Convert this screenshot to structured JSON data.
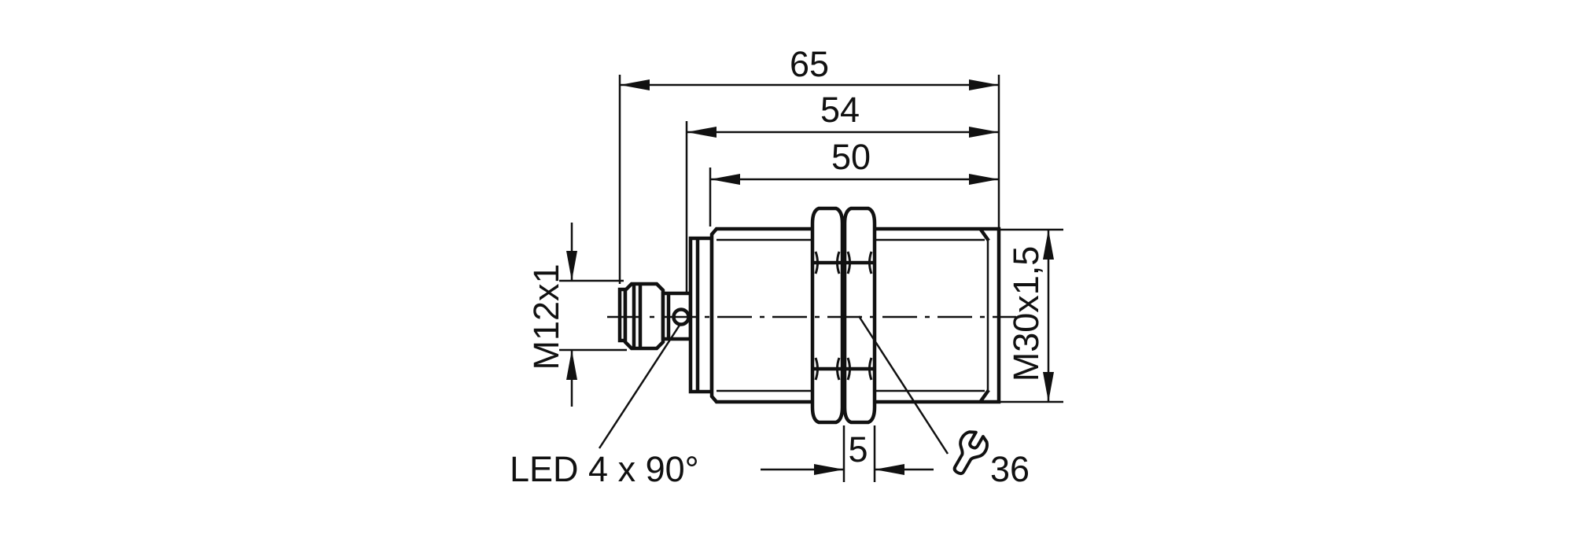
{
  "diagram": {
    "labels": {
      "overall_length": "65",
      "body_length": "54",
      "thread_length": "50",
      "connector_thread": "M12x1",
      "housing_thread": "M30x1,5",
      "led_callout": "LED 4 x 90°",
      "nut_width": "5",
      "wrench_size": "36"
    },
    "colors": {
      "line": "#111111",
      "background": "#ffffff"
    }
  }
}
